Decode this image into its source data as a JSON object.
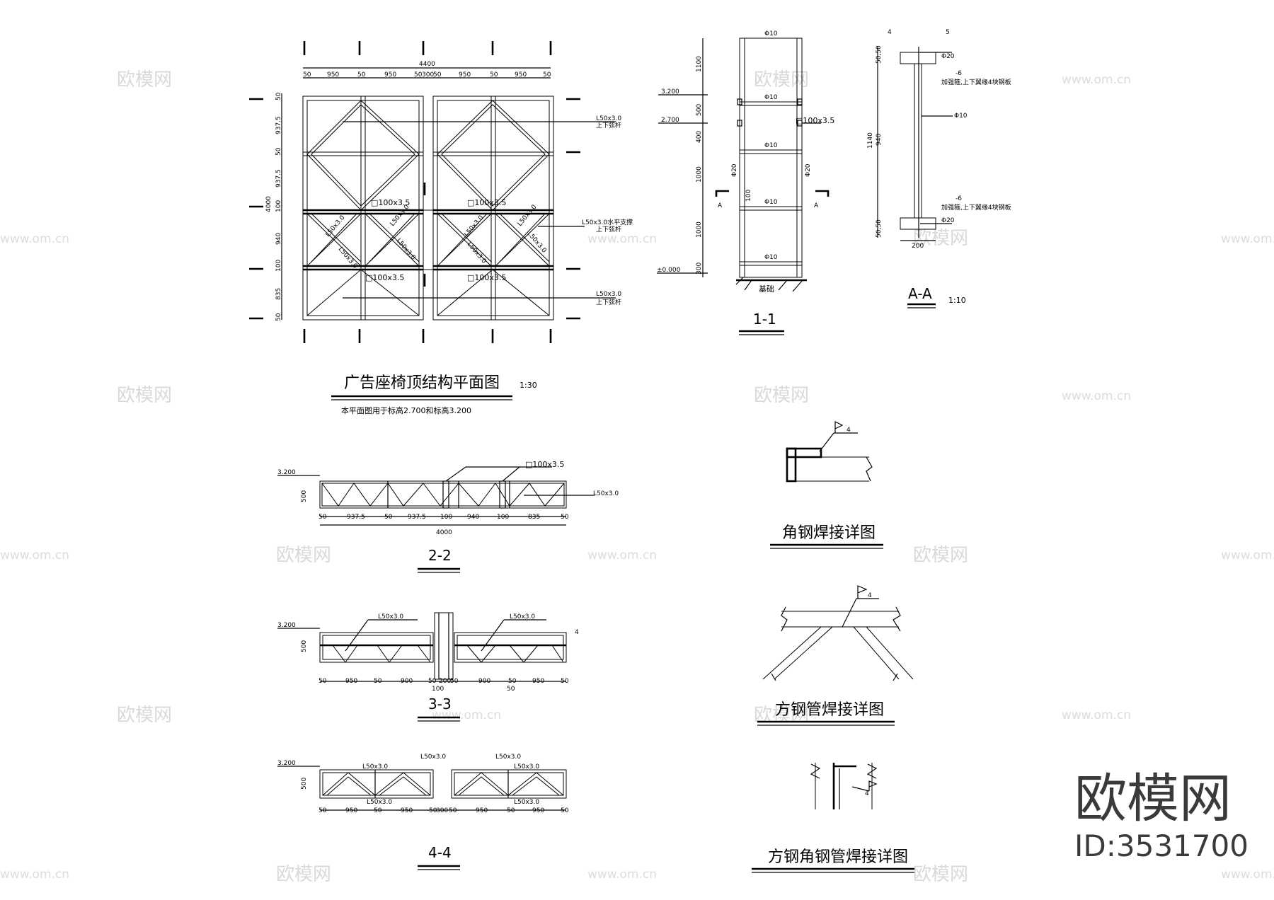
{
  "plan": {
    "title": "广告座椅顶结构平面图",
    "scale": "1:30",
    "note": "本平面图用于标高2.700和标高3.200",
    "total_width": "4400",
    "total_height": "4000",
    "top_dims": [
      "50",
      "950",
      "50",
      "950",
      "50",
      "300",
      "50",
      "950",
      "50",
      "950",
      "50"
    ],
    "left_dims": [
      "50",
      "937.5",
      "50",
      "937.5",
      "100",
      "940",
      "100",
      "835",
      "50"
    ],
    "label_l50_top": "L50x3.0",
    "label_l50_top_sub": "上下弦杆",
    "label_l50_mid": "L50x3.0水平支撑",
    "label_l50_mid_sub": "上下弦杆",
    "label_l50_bot": "L50x3.0",
    "label_l50_bot_sub": "上下弦杆",
    "square_tube": "□100x3.5",
    "angle": "L50x3.0"
  },
  "section11": {
    "title": "1-1",
    "dims": [
      "1100",
      "500",
      "400",
      "1000",
      "1000",
      "300"
    ],
    "elev_3200": "3.200",
    "elev_2700": "2.700",
    "elev_0": "±0.000",
    "rebar10": "Φ10",
    "rebar20": "Φ20",
    "tube": "□100x3.5",
    "dim100": "100",
    "foundation": "基础",
    "cut": "A"
  },
  "sectionAA": {
    "title": "A-A",
    "scale": "1:10",
    "mark4": "4",
    "mark5": "5",
    "r20": "Φ20",
    "plate": "-6",
    "plate_note": "加强箍,上下翼缘4块钢板",
    "r10": "Φ10",
    "dim1140": "1140",
    "dim940": "940",
    "dim5050": "50,50",
    "dim200": "200"
  },
  "sec22": {
    "title": "2-2",
    "elev": "3.200",
    "height": "500",
    "tube": "□100x3.5",
    "angle": "L50x3.0",
    "dims": [
      "50",
      "937.5",
      "50",
      "937.5",
      "100",
      "940",
      "100",
      "835",
      "50"
    ],
    "total": "4000"
  },
  "sec33": {
    "title": "3-3",
    "elev": "3.200",
    "height": "500",
    "angle": "L50x3.0",
    "weld": "4",
    "dims": [
      "50",
      "950",
      "50",
      "900",
      "50",
      "200",
      "50",
      "900",
      "50",
      "950",
      "50"
    ],
    "sub_dims": [
      "100",
      "50"
    ]
  },
  "sec44": {
    "title": "4-4",
    "elev": "3.200",
    "height": "500",
    "angle": "L50x3.0",
    "dims": [
      "50",
      "950",
      "50",
      "950",
      "50",
      "300",
      "50",
      "950",
      "50",
      "950",
      "50"
    ]
  },
  "details": {
    "d1": "角钢焊接详图",
    "d2": "方钢管焊接详图",
    "d3": "方钢角钢管焊接详图",
    "weld": "4"
  },
  "watermark": {
    "logo": "欧模网",
    "url": "www.om.cn",
    "brand": "欧模网",
    "id": "ID:3531700"
  }
}
